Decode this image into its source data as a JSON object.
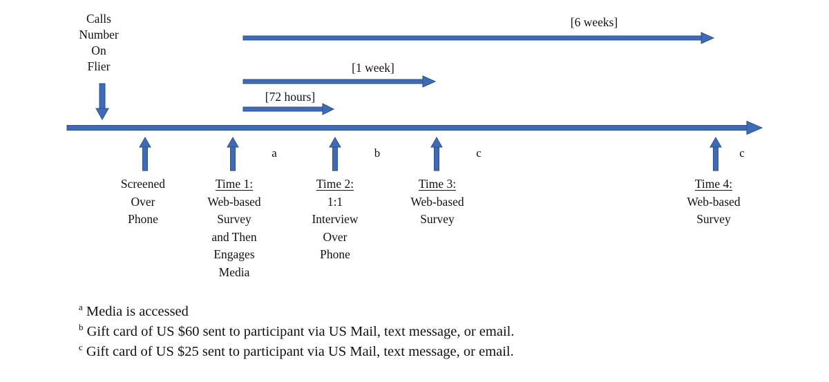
{
  "diagram": {
    "start_event": {
      "lines": [
        "Calls",
        "Number",
        "On",
        "Flier"
      ]
    },
    "durations": [
      {
        "id": "72-hours",
        "label": "[72 hours]"
      },
      {
        "id": "1-week",
        "label": "[1 week]"
      },
      {
        "id": "6-weeks",
        "label": "[6 weeks]"
      }
    ],
    "events": [
      {
        "title": "",
        "marker": "",
        "lines": [
          "Screened",
          "Over",
          "Phone"
        ]
      },
      {
        "title": "Time 1:",
        "marker": "a",
        "lines": [
          "Web-based",
          "Survey",
          "and Then",
          "Engages",
          "Media"
        ]
      },
      {
        "title": "Time 2:",
        "marker": "b",
        "lines": [
          "1:1",
          "Interview",
          "Over",
          "Phone"
        ]
      },
      {
        "title": "Time 3:",
        "marker": "c",
        "lines": [
          "Web-based",
          "Survey"
        ]
      },
      {
        "title": "Time 4:",
        "marker": "c",
        "lines": [
          "Web-based",
          "Survey"
        ]
      }
    ],
    "footnotes": [
      {
        "marker": "a",
        "text": "Media is accessed"
      },
      {
        "marker": "b",
        "text": "Gift card of US $60 sent to participant via US Mail, text message, or email."
      },
      {
        "marker": "c",
        "text": "Gift card of US $25 sent to participant via US Mail, text message, or email."
      }
    ],
    "colors": {
      "arrow_fill": "#3F6BB5",
      "arrow_stroke": "#2B5190",
      "text": "#111111"
    }
  }
}
